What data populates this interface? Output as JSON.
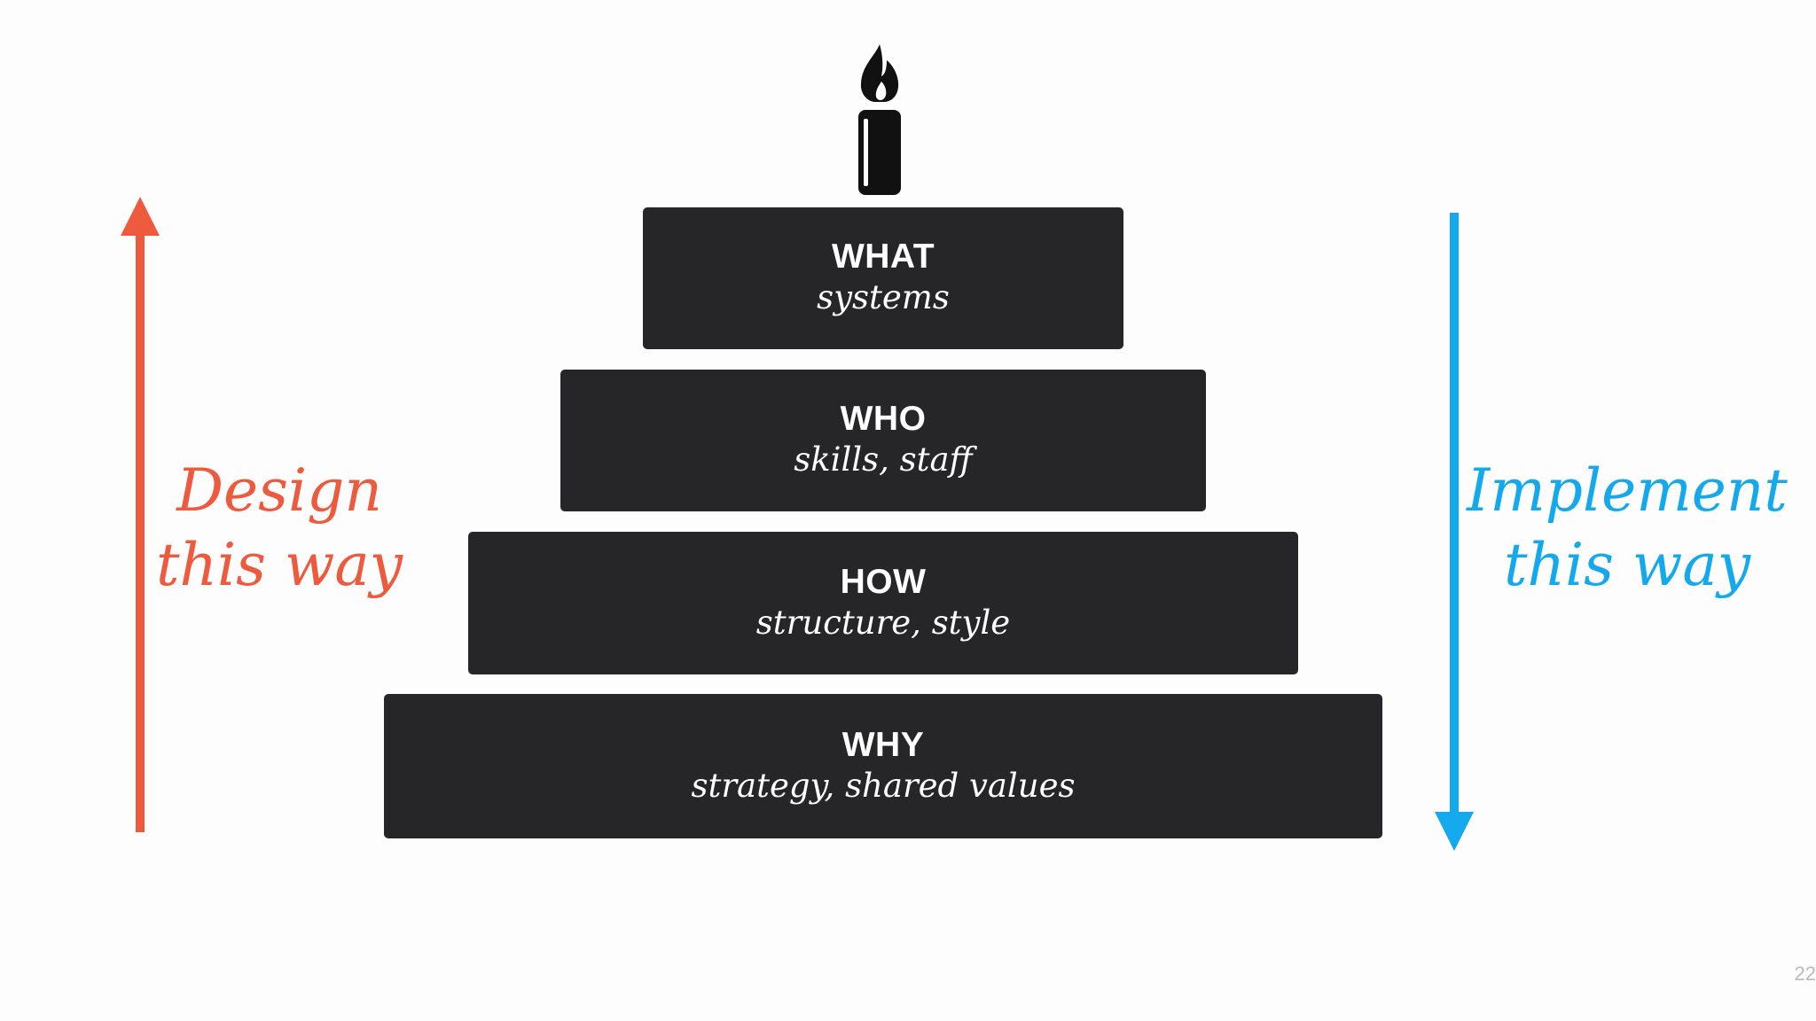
{
  "pyramid": {
    "tiers": [
      {
        "title": "WHAT",
        "subtitle": "systems"
      },
      {
        "title": "WHO",
        "subtitle": "skills, staff"
      },
      {
        "title": "HOW",
        "subtitle": "structure, style"
      },
      {
        "title": "WHY",
        "subtitle": "strategy, shared values"
      }
    ],
    "fill_color": "#262527",
    "top_icon": "candle-icon"
  },
  "left_arrow": {
    "direction": "up",
    "line1": "Design",
    "line2": "this way",
    "color": "#ee5a3e"
  },
  "right_arrow": {
    "direction": "down",
    "line1": "Implement",
    "line2": "this way",
    "color": "#14a9ec"
  },
  "page_number": "22"
}
